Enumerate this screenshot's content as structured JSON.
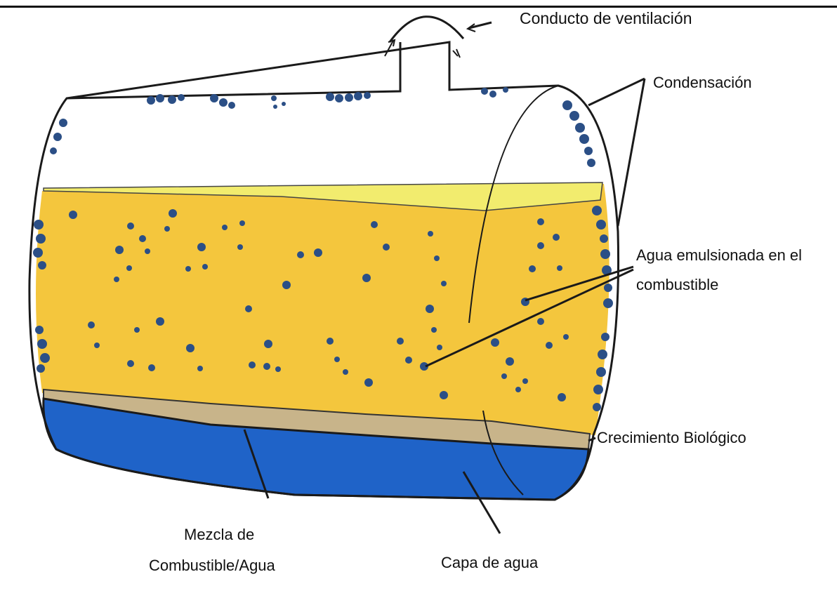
{
  "labels": {
    "vent_duct": "Conducto de ventilación",
    "condensation": "Condensación",
    "emulsified_water_line1": "Agua emulsionada en el",
    "emulsified_water_line2": "combustible",
    "biological_growth": "Crecimiento Biológico",
    "mixture_line1": "Mezcla de",
    "mixture_line2": "Combustible/Agua",
    "water_layer": "Capa de agua"
  },
  "colors": {
    "fuel": "#f4c63d",
    "fuel_top": "#f2ec6e",
    "water": "#1f63c8",
    "droplet": "#2b4f86",
    "outline": "#1a1a1a",
    "sludge": "#c8b48a"
  }
}
